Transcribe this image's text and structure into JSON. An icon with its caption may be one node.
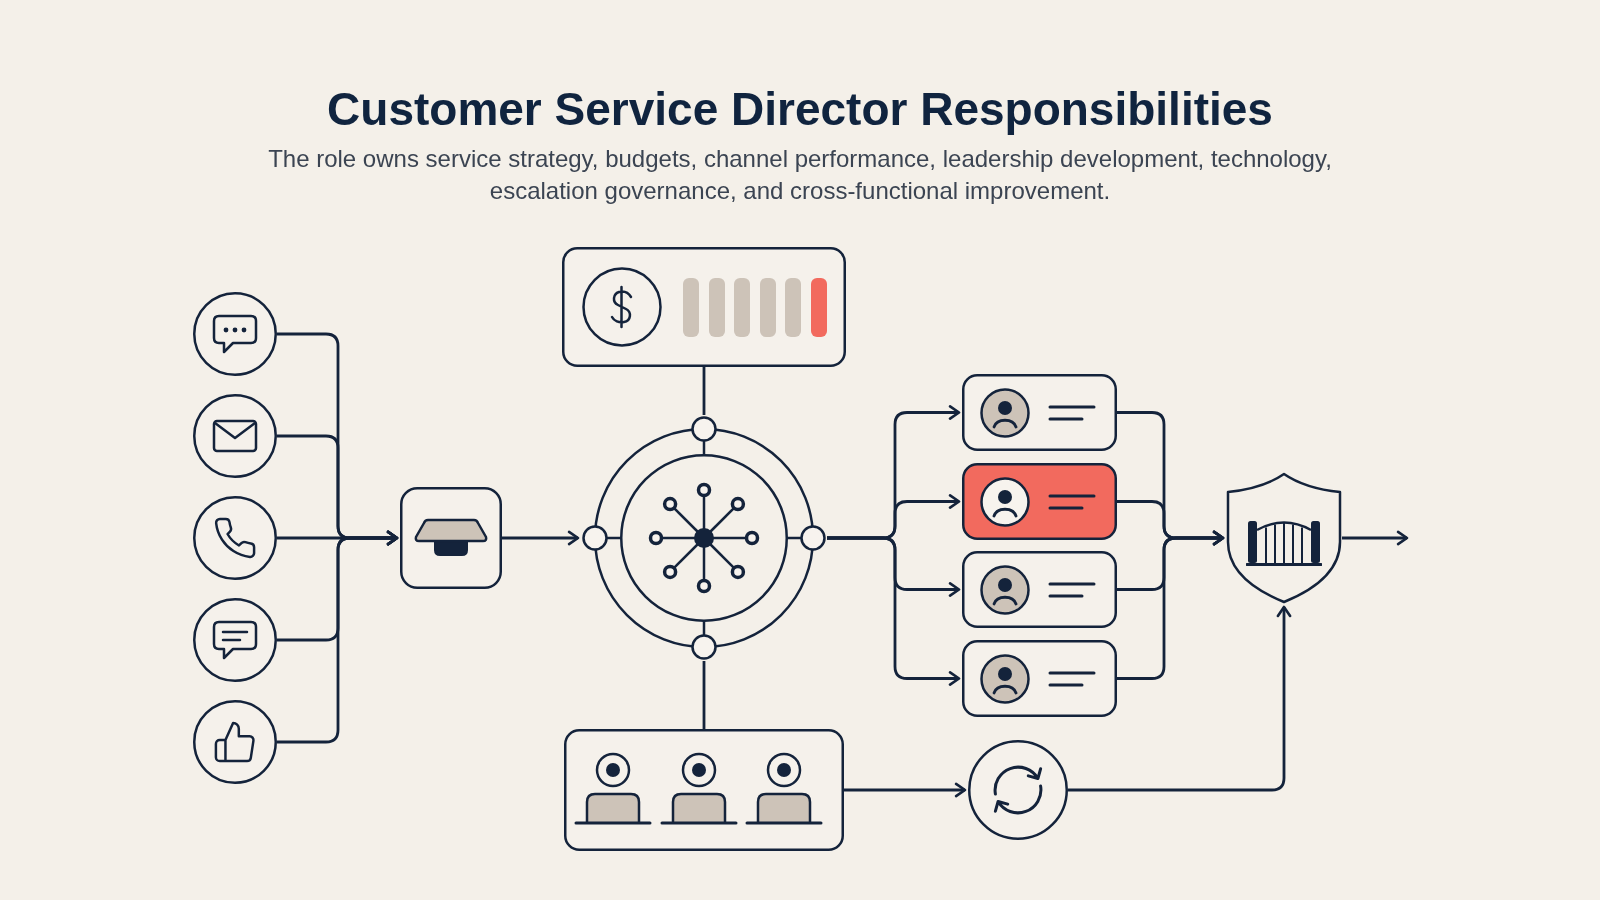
{
  "diagram": {
    "title": "Customer Service Director Responsibilities",
    "caption": "The role owns service strategy, budgets, channel performance, leadership development, technology, escalation governance, and cross-functional improvement.",
    "nodes": [
      {
        "text": [],
        "shape": "circle"
      },
      {
        "text": [],
        "shape": "circle"
      },
      {
        "text": [],
        "shape": "circle"
      },
      {
        "text": [],
        "shape": "circle"
      },
      {
        "text": [],
        "shape": "circle"
      },
      {
        "text": [],
        "shape": "box"
      },
      {
        "text": [],
        "shape": "box"
      },
      {
        "text": [],
        "shape": "circle"
      },
      {
        "text": [],
        "shape": "box"
      },
      {
        "text": [],
        "shape": "box"
      },
      {
        "text": [],
        "shape": "box"
      },
      {
        "text": [],
        "shape": "box"
      },
      {
        "text": [],
        "shape": "box"
      },
      {
        "text": [],
        "shape": "circle"
      },
      {
        "text": [],
        "shape": "shield"
      }
    ],
    "edges": [
      {
        "from": 0,
        "to": 5,
        "arrow": "to"
      },
      {
        "from": 1,
        "to": 5,
        "arrow": "to"
      },
      {
        "from": 2,
        "to": 5,
        "arrow": "to"
      },
      {
        "from": 3,
        "to": 5,
        "arrow": "to"
      },
      {
        "from": 4,
        "to": 5,
        "arrow": "to"
      },
      {
        "from": 5,
        "to": 7,
        "arrow": "to"
      },
      {
        "from": 6,
        "to": 7,
        "arrow": "none"
      },
      {
        "from": 7,
        "to": 8,
        "arrow": "none"
      },
      {
        "from": 7,
        "to": 9,
        "arrow": "to"
      },
      {
        "from": 7,
        "to": 10,
        "arrow": "to"
      },
      {
        "from": 7,
        "to": 11,
        "arrow": "to"
      },
      {
        "from": 7,
        "to": 12,
        "arrow": "to"
      },
      {
        "from": 9,
        "to": 14,
        "arrow": "to"
      },
      {
        "from": 10,
        "to": 14,
        "arrow": "to"
      },
      {
        "from": 11,
        "to": 14,
        "arrow": "to"
      },
      {
        "from": 12,
        "to": 14,
        "arrow": "to"
      },
      {
        "from": 8,
        "to": 13,
        "arrow": "to"
      },
      {
        "from": 13,
        "to": 14,
        "arrow": "to"
      },
      {
        "from": 14,
        "to": null,
        "arrow": "to"
      }
    ]
  }
}
